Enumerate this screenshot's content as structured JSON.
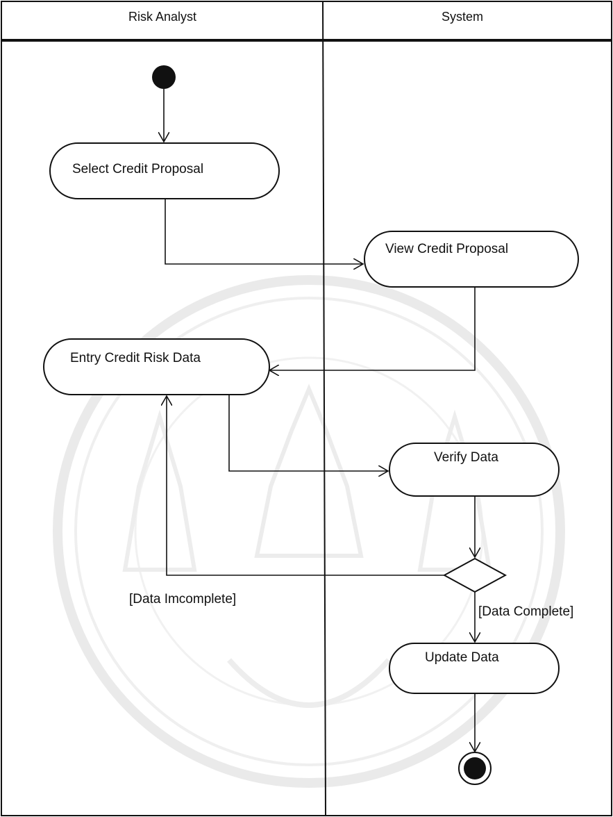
{
  "lanes": [
    {
      "title": "Risk Analyst"
    },
    {
      "title": "System"
    }
  ],
  "activities": [
    {
      "label": "Select Credit Proposal",
      "lane": "Risk Analyst"
    },
    {
      "label": "View Credit Proposal",
      "lane": "System"
    },
    {
      "label": "Entry Credit Risk Data",
      "lane": "Risk Analyst"
    },
    {
      "label": "Verify Data",
      "lane": "System"
    },
    {
      "label": "Update Data",
      "lane": "System"
    }
  ],
  "guards": {
    "incomplete": "[Data Imcomplete]",
    "complete": "[Data Complete]"
  },
  "colors": {
    "line": "#111111",
    "watermark": "#d9d9d9"
  }
}
